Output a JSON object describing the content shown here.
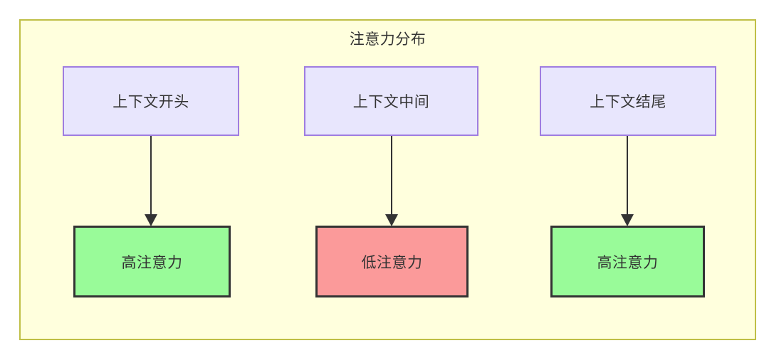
{
  "diagram": {
    "title": "注意力分布",
    "colors": {
      "container_fill": "#ffffdd",
      "container_border": "#bfbf47",
      "context_fill": "#e8e6fd",
      "context_border": "#9f7de0",
      "high_attention_fill": "#99fb99",
      "low_attention_fill": "#fb9a9a",
      "node_border": "#333333",
      "edge": "#333333",
      "text": "#333333"
    },
    "context_nodes": [
      {
        "id": "context-start",
        "label": "上下文开头"
      },
      {
        "id": "context-middle",
        "label": "上下文中间"
      },
      {
        "id": "context-end",
        "label": "上下文结尾"
      }
    ],
    "attention_nodes": [
      {
        "id": "attention-start",
        "label": "高注意力",
        "level": "high"
      },
      {
        "id": "attention-middle",
        "label": "低注意力",
        "level": "low"
      },
      {
        "id": "attention-end",
        "label": "高注意力",
        "level": "high"
      }
    ],
    "edges": [
      {
        "from": "context-start",
        "to": "attention-start",
        "label": ""
      },
      {
        "from": "context-middle",
        "to": "attention-middle",
        "label": ""
      },
      {
        "from": "context-end",
        "to": "attention-end",
        "label": ""
      }
    ]
  }
}
